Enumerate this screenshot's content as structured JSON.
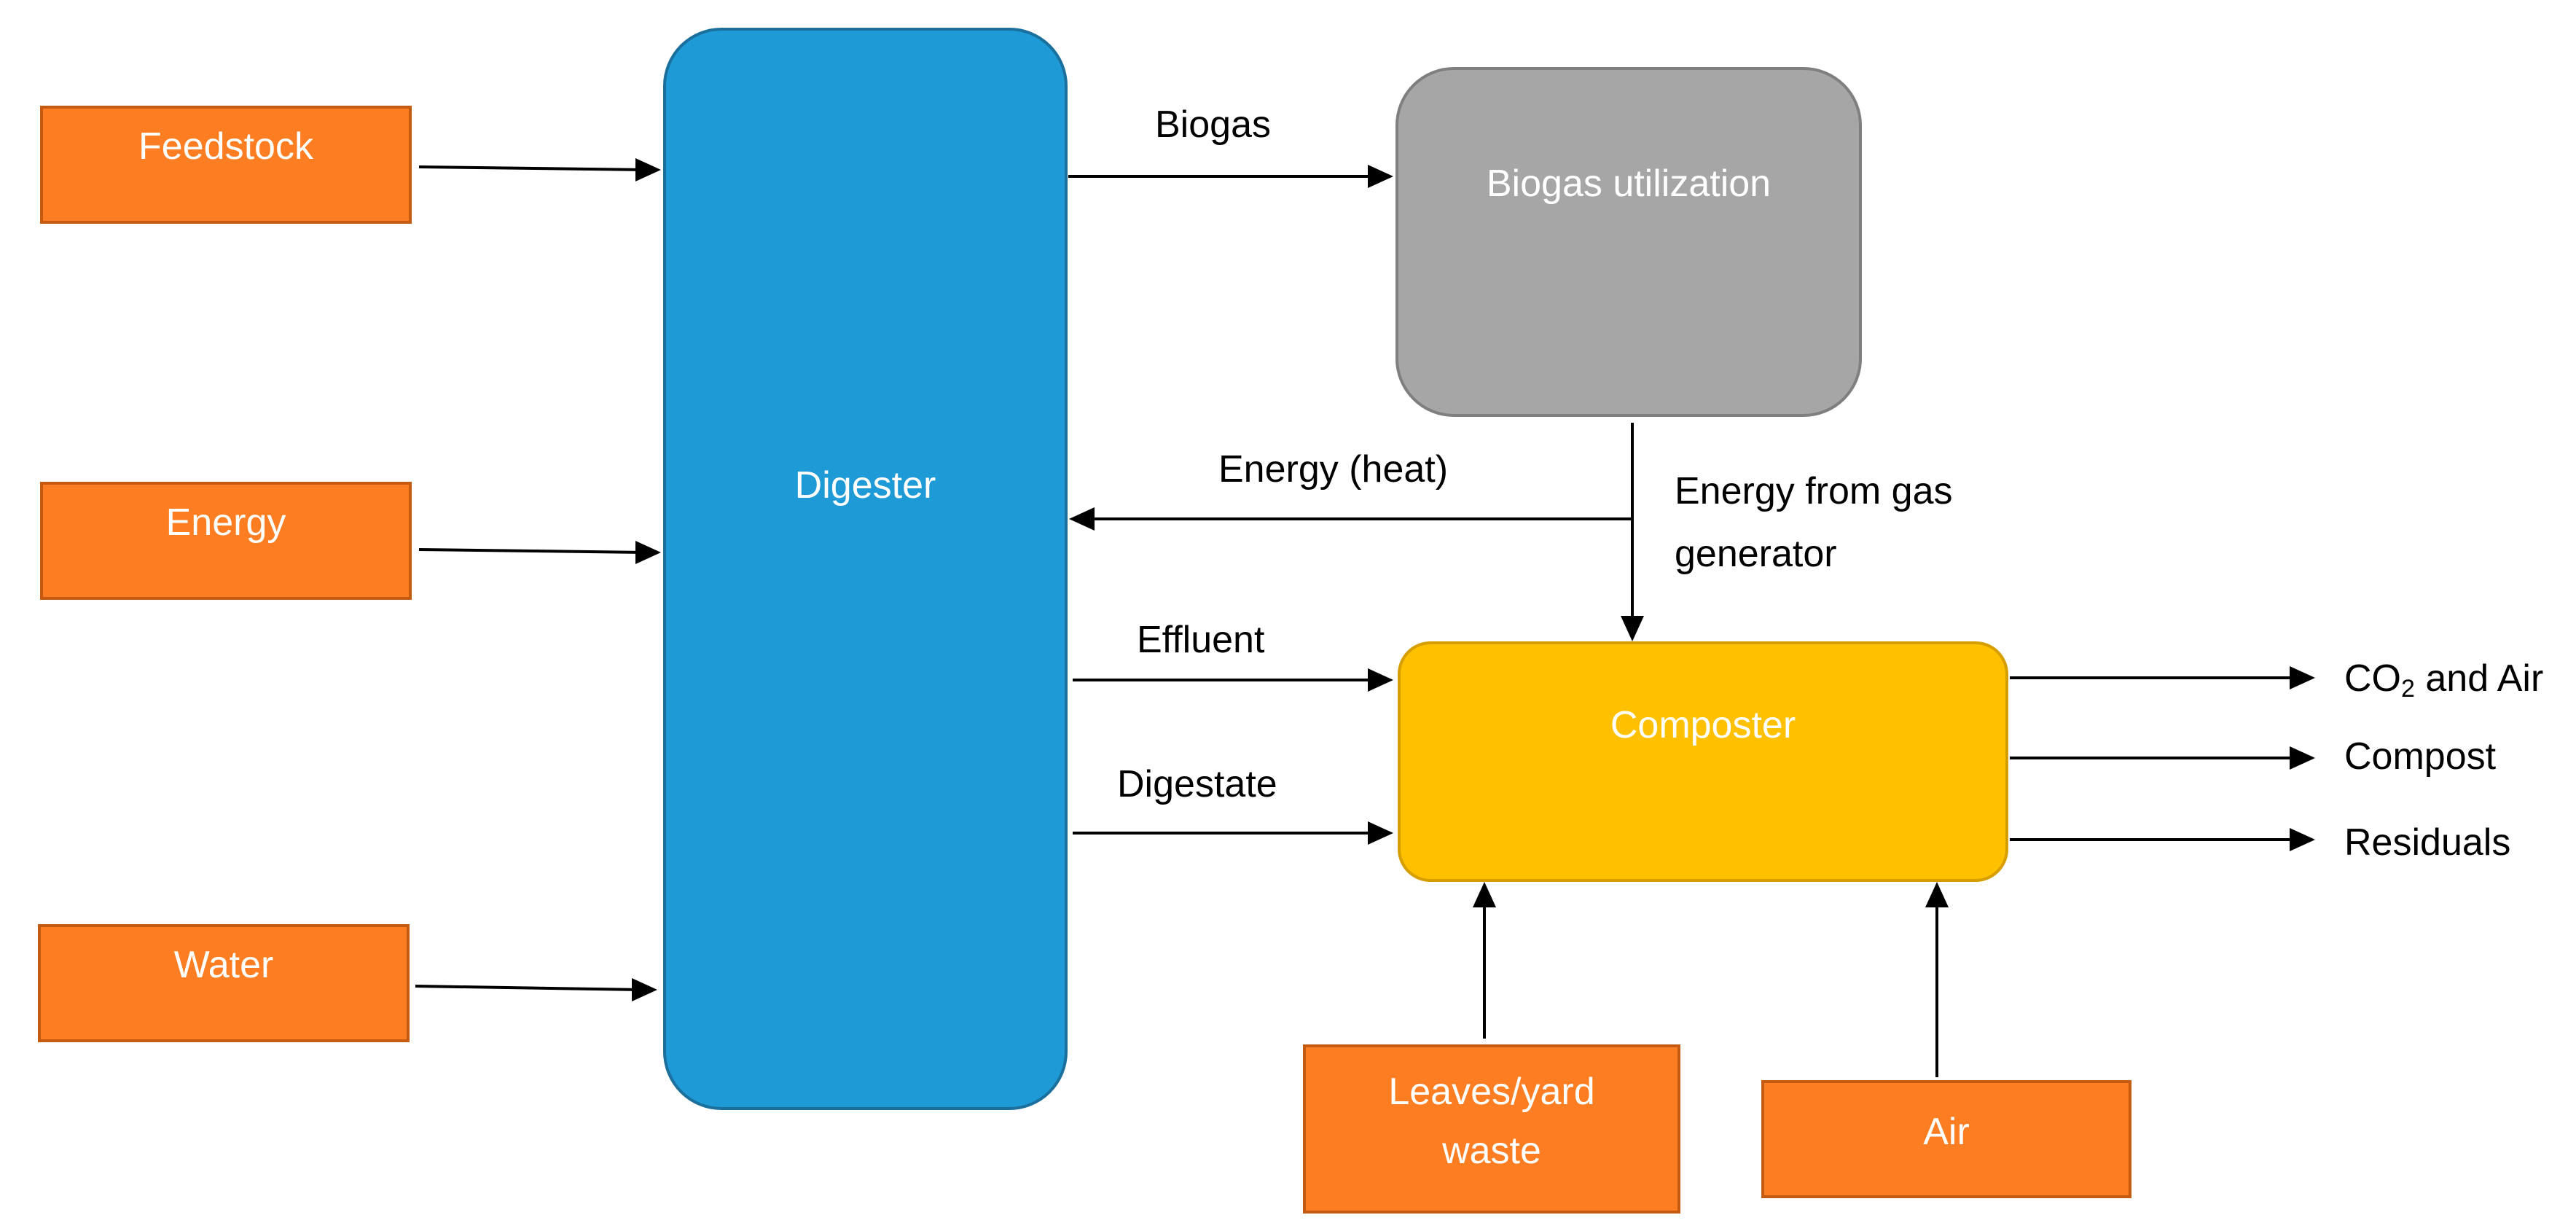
{
  "nodes": {
    "feedstock": "Feedstock",
    "energy": "Energy",
    "water": "Water",
    "digester": "Digester",
    "biogas_utilization": "Biogas utilization",
    "composter": "Composter",
    "leaves_yard_waste": "Leaves/yard waste",
    "air_input": "Air"
  },
  "edges": {
    "biogas": "Biogas",
    "energy_heat": "Energy (heat)",
    "energy_from_gas_generator": "Energy from gas generator",
    "effluent": "Effluent",
    "digestate": "Digestate"
  },
  "outputs": {
    "co2_prefix": "CO",
    "co2_sub": "2",
    "co2_suffix": " and Air",
    "compost": "Compost",
    "residuals": "Residuals"
  },
  "colors": {
    "input": "#fd7e22",
    "input_border": "#c55a11",
    "digester": "#1e9ad6",
    "digester_border": "#1a6f9c",
    "biogas_utilization": "#a6a6a6",
    "biogas_utilization_border": "#7f7f7f",
    "composter": "#ffc000",
    "composter_border": "#d69e00",
    "arrow": "#000000"
  }
}
